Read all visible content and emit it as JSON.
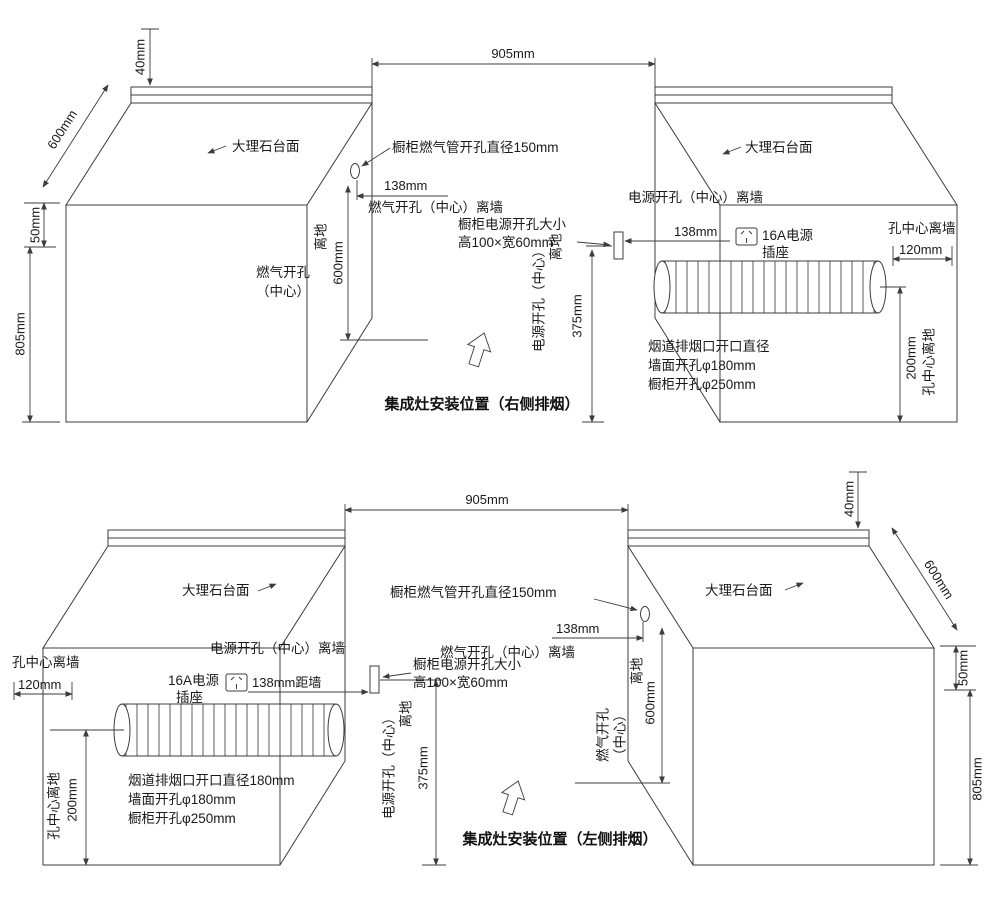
{
  "top": {
    "d905": "905mm",
    "d40": "40mm",
    "d600depth": "600mm",
    "d50": "50mm",
    "d805": "805mm",
    "marbleLeft": "大理石台面",
    "marbleRight": "大理石台面",
    "gasPipeHole": "橱柜燃气管开孔直径150mm",
    "gas138": "138mm",
    "gasWall": "燃气开孔（中心）离墙",
    "gasV1": "燃气开孔",
    "gasV2": "（中心）",
    "gasV3": "离地",
    "gasHeight": "600mm",
    "powerWall": "电源开孔（中心）离墙",
    "powerHoleSize1": "橱柜电源开孔大小",
    "powerHoleSize2": "高100×宽60mm",
    "power138": "138mm",
    "socket1": "16A电源",
    "socket2": "插座",
    "powerV1": "电源开孔（中心）",
    "powerV2": "离地",
    "powerHeight": "375mm",
    "holeWall": "孔中心离墙",
    "holeWallVal": "120mm",
    "flue1": "烟道排烟口开口直径",
    "flue2": "墙面开孔φ180mm",
    "flue3": "橱柜开孔φ250mm",
    "holeFloorVal": "200mm",
    "holeFloor": "孔中心离地",
    "title": "集成灶安装位置（右侧排烟）"
  },
  "bottom": {
    "d905": "905mm",
    "d40": "40mm",
    "d600depth": "600mm",
    "d50": "50mm",
    "d805": "805mm",
    "marbleLeft": "大理石台面",
    "marbleRight": "大理石台面",
    "gasPipeHole": "橱柜燃气管开孔直径150mm",
    "gas138": "138mm",
    "gasWall": "燃气开孔（中心）离墙",
    "gasV1": "燃气开孔",
    "gasV2": "（中心）",
    "gasV3": "离地",
    "gasHeight": "600mm",
    "powerWall": "电源开孔（中心）离墙",
    "powerHoleSize1": "橱柜电源开孔大小",
    "powerHoleSize2": "高100×宽60mm",
    "power138": "138mm距墙",
    "socket1": "16A电源",
    "socket2": "插座",
    "powerV1": "电源开孔（中心）",
    "powerV2": "离地",
    "powerHeight": "375mm",
    "holeWall": "孔中心离墙",
    "holeWallVal": "120mm",
    "flue1": "烟道排烟口开口直径180mm",
    "flue2": "墙面开孔φ180mm",
    "flue3": "橱柜开孔φ250mm",
    "holeFloorVal": "200mm",
    "holeFloor": "孔中心离地",
    "title": "集成灶安装位置（左侧排烟）"
  }
}
